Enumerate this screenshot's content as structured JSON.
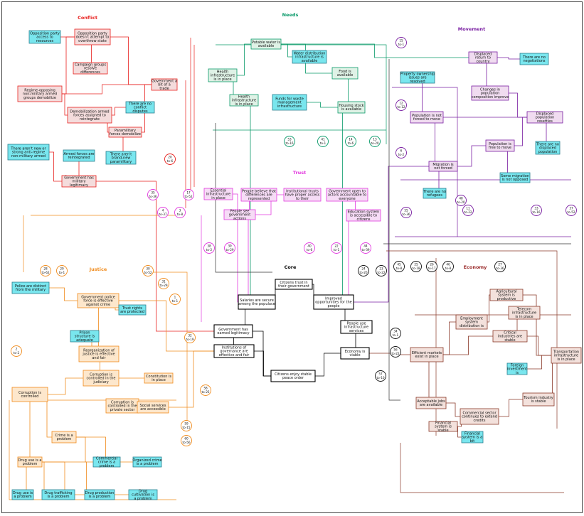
{
  "sections": [
    {
      "label": "Conflict",
      "color": "#e8211f"
    },
    {
      "label": "Needs",
      "color": "#0a9a6a"
    },
    {
      "label": "Movement",
      "color": "#7a1fa2"
    },
    {
      "label": "Trust",
      "color": "#e23adf"
    },
    {
      "label": "Core",
      "color": "#000000"
    },
    {
      "label": "Justice",
      "color": "#f08c1e"
    },
    {
      "label": "Economy",
      "color": "#9a2b2b"
    }
  ],
  "colors": {
    "conflict": "#e8211f",
    "needs": "#0a9a6a",
    "movement": "#7a1fa2",
    "trust": "#e23adf",
    "core": "#000000",
    "justice": "#f08c1e",
    "economy": "#8a3a2a",
    "exo_fill": "#79e6ee",
    "conflict_fill": "#f4dcdc",
    "needs_fill": "#dff2e6",
    "movement_fill": "#f0dcf0",
    "trust_fill": "#f6dcf6",
    "justice_fill": "#fde7cc",
    "economy_fill": "#f3e1dc"
  },
  "nodes": [
    {
      "id": "c1",
      "text": "Opposition party access to resources"
    },
    {
      "id": "c2",
      "text": "Opposition party doesn't attempt to overthrow state"
    },
    {
      "id": "c3",
      "text": "Campaign groups resolve differences"
    },
    {
      "id": "c4",
      "text": "Regime-opposing non-military armed groups demobilize"
    },
    {
      "id": "c5",
      "text": "Government a bit of a trade"
    },
    {
      "id": "c6",
      "text": "Demobilization armed forces assigned to reintegrate"
    },
    {
      "id": "c7",
      "text": "There are no conflict disputes"
    },
    {
      "id": "c8",
      "text": "Paramilitary forces demobilize"
    },
    {
      "id": "c9",
      "text": "There aren't new or strong anti-regime non-military armed groups"
    },
    {
      "id": "c10",
      "text": "Armed forces are reintegrated"
    },
    {
      "id": "c11",
      "text": "There aren't brand-new paramilitary forces"
    },
    {
      "id": "c12",
      "text": "Government has military legitimacy"
    },
    {
      "id": "n1",
      "text": "Potable water is available"
    },
    {
      "id": "n2",
      "text": "Water distribution infrastructure is available"
    },
    {
      "id": "n3",
      "text": "Health infrastructure is in place"
    },
    {
      "id": "n4",
      "text": "Food is available"
    },
    {
      "id": "n5",
      "text": "Health infrastructure is in place"
    },
    {
      "id": "n6",
      "text": "Funds for waste management infrastructure"
    },
    {
      "id": "n7",
      "text": "Housing stock is available"
    },
    {
      "id": "m1",
      "text": "Displaced return to country"
    },
    {
      "id": "m2",
      "text": "There are no negotiations"
    },
    {
      "id": "m3",
      "text": "Property ownership issues are resolved"
    },
    {
      "id": "m4",
      "text": "Changes in population composition improve outlook"
    },
    {
      "id": "m5",
      "text": "Population is not forced to move"
    },
    {
      "id": "m6",
      "text": "Displaced population resettles"
    },
    {
      "id": "m7",
      "text": "Population is free to move"
    },
    {
      "id": "m8",
      "text": "Migration is not forced"
    },
    {
      "id": "m9",
      "text": "There are no displaced population"
    },
    {
      "id": "m10",
      "text": "There are no refugees"
    },
    {
      "id": "m11",
      "text": "Some migration is not opposed"
    },
    {
      "id": "t1",
      "text": "Essential infrastructure in place"
    },
    {
      "id": "t2",
      "text": "People believe that differences are represented"
    },
    {
      "id": "t3",
      "text": "Institutional trusts have proper access to their decision-making"
    },
    {
      "id": "t4",
      "text": "Government open to actors accountable to everyone"
    },
    {
      "id": "t5",
      "text": "People see government actions"
    },
    {
      "id": "t6",
      "text": "Education system is accessible to citizens"
    },
    {
      "id": "k1",
      "text": "Citizens trust in their government"
    },
    {
      "id": "k2",
      "text": "Salaries are secure among the populace"
    },
    {
      "id": "k3",
      "text": "Improved opportunities for the people"
    },
    {
      "id": "k4",
      "text": "Government has earned legitimacy"
    },
    {
      "id": "k5",
      "text": "People use infrastructure services"
    },
    {
      "id": "k6",
      "text": "Institutions of governance are effective and fair"
    },
    {
      "id": "k7",
      "text": "Economy is viable"
    },
    {
      "id": "k8",
      "text": "Citizens enjoy stable peace order"
    },
    {
      "id": "j1",
      "text": "Police are distinct from the military"
    },
    {
      "id": "j2",
      "text": "Government police force is effective against crime"
    },
    {
      "id": "j3",
      "text": "Trust rights are protected"
    },
    {
      "id": "j4",
      "text": "Prison structure is adequate"
    },
    {
      "id": "j5",
      "text": "Reorganization of justice is effective and fair"
    },
    {
      "id": "j6",
      "text": "Corruption is controlled in the judiciary"
    },
    {
      "id": "j7",
      "text": "Constitution is in place"
    },
    {
      "id": "j8",
      "text": "Corruption is controlled"
    },
    {
      "id": "j9",
      "text": "Corruption is controlled in the private sector"
    },
    {
      "id": "j10",
      "text": "Social services are accessible"
    },
    {
      "id": "j11",
      "text": "Crime is a problem"
    },
    {
      "id": "j12",
      "text": "Commercial crime is a problem"
    },
    {
      "id": "j13",
      "text": "Organized crime is a problem"
    },
    {
      "id": "j14",
      "text": "Drug use is a problem"
    },
    {
      "id": "j15",
      "text": "Drug use is a problem"
    },
    {
      "id": "j16",
      "text": "Drug trafficking is a problem"
    },
    {
      "id": "j17",
      "text": "Drug production is a problem"
    },
    {
      "id": "j18",
      "text": "Drug cultivation is a problem"
    },
    {
      "id": "e1",
      "text": "Agricultural system is productive"
    },
    {
      "id": "e2",
      "text": "Employment system distribution is stable"
    },
    {
      "id": "e3",
      "text": "Telecom infrastructure is in place"
    },
    {
      "id": "e4",
      "text": "Critical industries are stable"
    },
    {
      "id": "e5",
      "text": "Efficient markets exist in place"
    },
    {
      "id": "e6",
      "text": "Transportation infrastructure is in place"
    },
    {
      "id": "e7",
      "text": "Foreign investment is available"
    },
    {
      "id": "e8",
      "text": "Tourism industry is stable"
    },
    {
      "id": "e9",
      "text": "Acceptable jobs are available"
    },
    {
      "id": "e10",
      "text": "Commercial sector continues to extend credits"
    },
    {
      "id": "e11",
      "text": "Financial system is stable"
    },
    {
      "id": "e12",
      "text": "Financial system is a bit"
    }
  ],
  "connectors": [
    {
      "num": "20",
      "tag": "to-6"
    },
    {
      "num": "35",
      "tag": "to-36"
    },
    {
      "num": "4",
      "tag": "to-37"
    },
    {
      "num": "3",
      "tag": "to-8"
    },
    {
      "num": "17",
      "tag": "to-52"
    },
    {
      "num": "53",
      "tag": "to-16"
    },
    {
      "num": "41",
      "tag": "to-1"
    },
    {
      "num": "14",
      "tag": "to-6"
    },
    {
      "num": "13",
      "tag": "to-20"
    },
    {
      "num": "15",
      "tag": "to-1"
    },
    {
      "num": "12",
      "tag": "to-12"
    },
    {
      "num": "6",
      "tag": "to-2"
    },
    {
      "num": "55",
      "tag": "to-36"
    },
    {
      "num": "48",
      "tag": "to-20"
    },
    {
      "num": "11",
      "tag": "to-22"
    },
    {
      "num": "33",
      "tag": "to-16"
    },
    {
      "num": "37",
      "tag": "to-52"
    },
    {
      "num": "38",
      "tag": "to-2"
    },
    {
      "num": "39",
      "tag": "to-29"
    },
    {
      "num": "40",
      "tag": "to-6"
    },
    {
      "num": "22",
      "tag": "to-1"
    },
    {
      "num": "44",
      "tag": "to-39"
    },
    {
      "num": "24",
      "tag": "to-20"
    },
    {
      "num": "23",
      "tag": "to-22"
    },
    {
      "num": "45",
      "tag": "to-8"
    },
    {
      "num": "25",
      "tag": "to-18"
    },
    {
      "num": "26",
      "tag": "to-17"
    },
    {
      "num": "46",
      "tag": "to-8"
    },
    {
      "num": "27",
      "tag": "to-36"
    },
    {
      "num": "28",
      "tag": "to-62"
    },
    {
      "num": "29",
      "tag": "to-1"
    },
    {
      "num": "30",
      "tag": "to-52"
    },
    {
      "num": "31",
      "tag": "to-29"
    },
    {
      "num": "1",
      "tag": "to-1"
    },
    {
      "num": "32",
      "tag": "to-19"
    },
    {
      "num": "2",
      "tag": "to-2"
    },
    {
      "num": "34",
      "tag": "to-1"
    },
    {
      "num": "56",
      "tag": "to-22"
    },
    {
      "num": "57",
      "tag": "to-10"
    },
    {
      "num": "58",
      "tag": "to-25"
    },
    {
      "num": "59",
      "tag": "to-15"
    },
    {
      "num": "60",
      "tag": "to-56"
    }
  ]
}
